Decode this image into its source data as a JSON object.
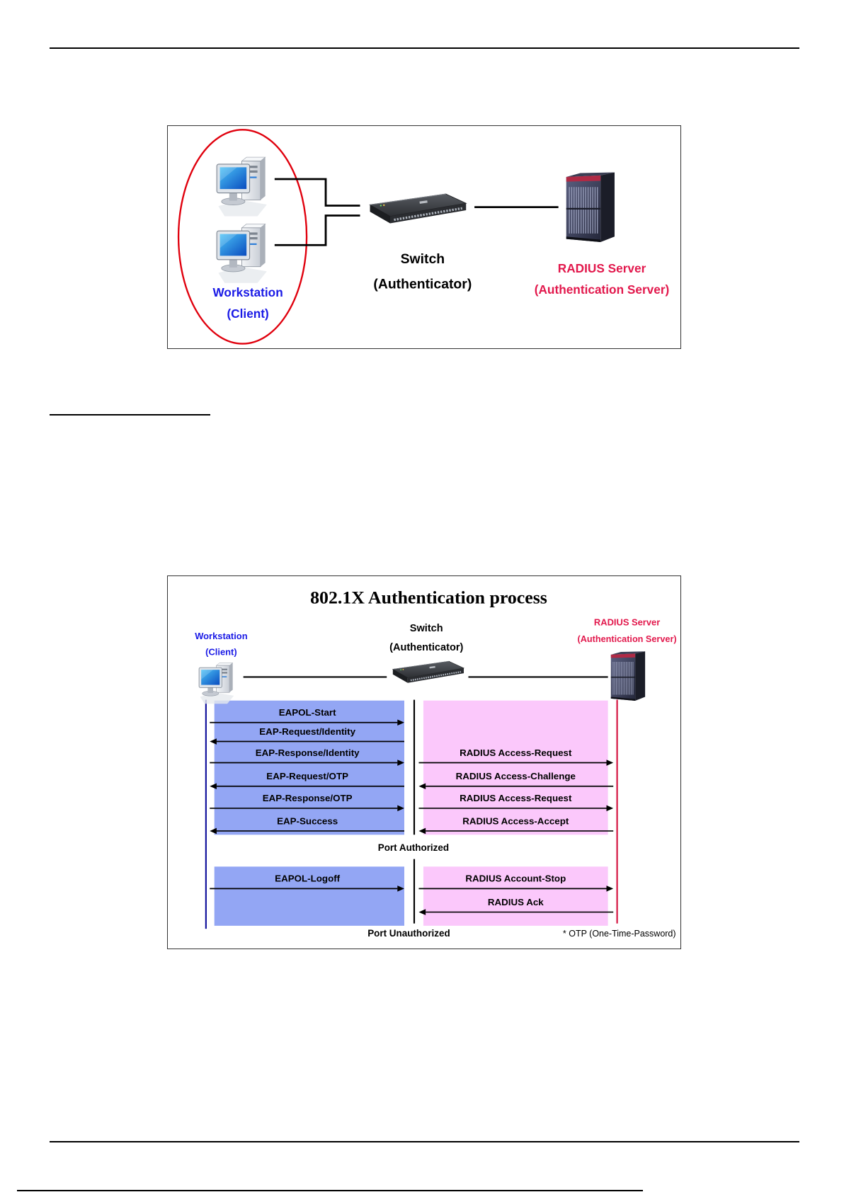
{
  "diagram1": {
    "client": {
      "label": "Workstation",
      "sublabel": "(Client)"
    },
    "switch": {
      "label": "Switch",
      "sublabel": "(Authenticator)"
    },
    "server": {
      "label": "RADIUS Server",
      "sublabel": "(Authentication Server)"
    }
  },
  "diagram2": {
    "title": "802.1X Authentication process",
    "client": {
      "label": "Workstation",
      "sublabel": "(Client)"
    },
    "switch": {
      "label": "Switch",
      "sublabel": "(Authenticator)"
    },
    "server": {
      "label": "RADIUS Server",
      "sublabel": "(Authentication Server)"
    },
    "phase_authorize": [
      {
        "client": {
          "label": "EAPOL-Start",
          "direction": "to-switch"
        },
        "server": null
      },
      {
        "client": {
          "label": "EAP-Request/Identity",
          "direction": "to-client"
        },
        "server": null
      },
      {
        "client": {
          "label": "EAP-Response/Identity",
          "direction": "to-switch"
        },
        "server": {
          "label": "RADIUS Access-Request",
          "direction": "to-server"
        }
      },
      {
        "client": {
          "label": "EAP-Request/OTP",
          "direction": "to-client"
        },
        "server": {
          "label": "RADIUS Access-Challenge",
          "direction": "to-switch"
        }
      },
      {
        "client": {
          "label": "EAP-Response/OTP",
          "direction": "to-switch"
        },
        "server": {
          "label": "RADIUS Access-Request",
          "direction": "to-server"
        }
      },
      {
        "client": {
          "label": "EAP-Success",
          "direction": "to-client"
        },
        "server": {
          "label": "RADIUS Access-Accept",
          "direction": "to-switch"
        }
      }
    ],
    "port_authorized": "Port Authorized",
    "phase_logoff": [
      {
        "client": {
          "label": "EAPOL-Logoff",
          "direction": "to-switch"
        },
        "server": {
          "label": "RADIUS Account-Stop",
          "direction": "to-server"
        }
      },
      {
        "client": null,
        "server": {
          "label": "RADIUS Ack",
          "direction": "to-switch"
        }
      }
    ],
    "port_unauthorized": "Port Unauthorized",
    "footnote": "* OTP (One-Time-Password)"
  },
  "icons": {
    "client": "workstation-icon",
    "switch": "switch-icon",
    "server": "server-icon"
  },
  "colors": {
    "client_text": "#1a1ae6",
    "server_text": "#e2184c",
    "highlight_ellipse": "#e0000d",
    "client_lane": "#93a6f4",
    "server_lane": "#fbc8fb",
    "client_lifeline": "#10109c",
    "server_lifeline": "#d3123e"
  }
}
